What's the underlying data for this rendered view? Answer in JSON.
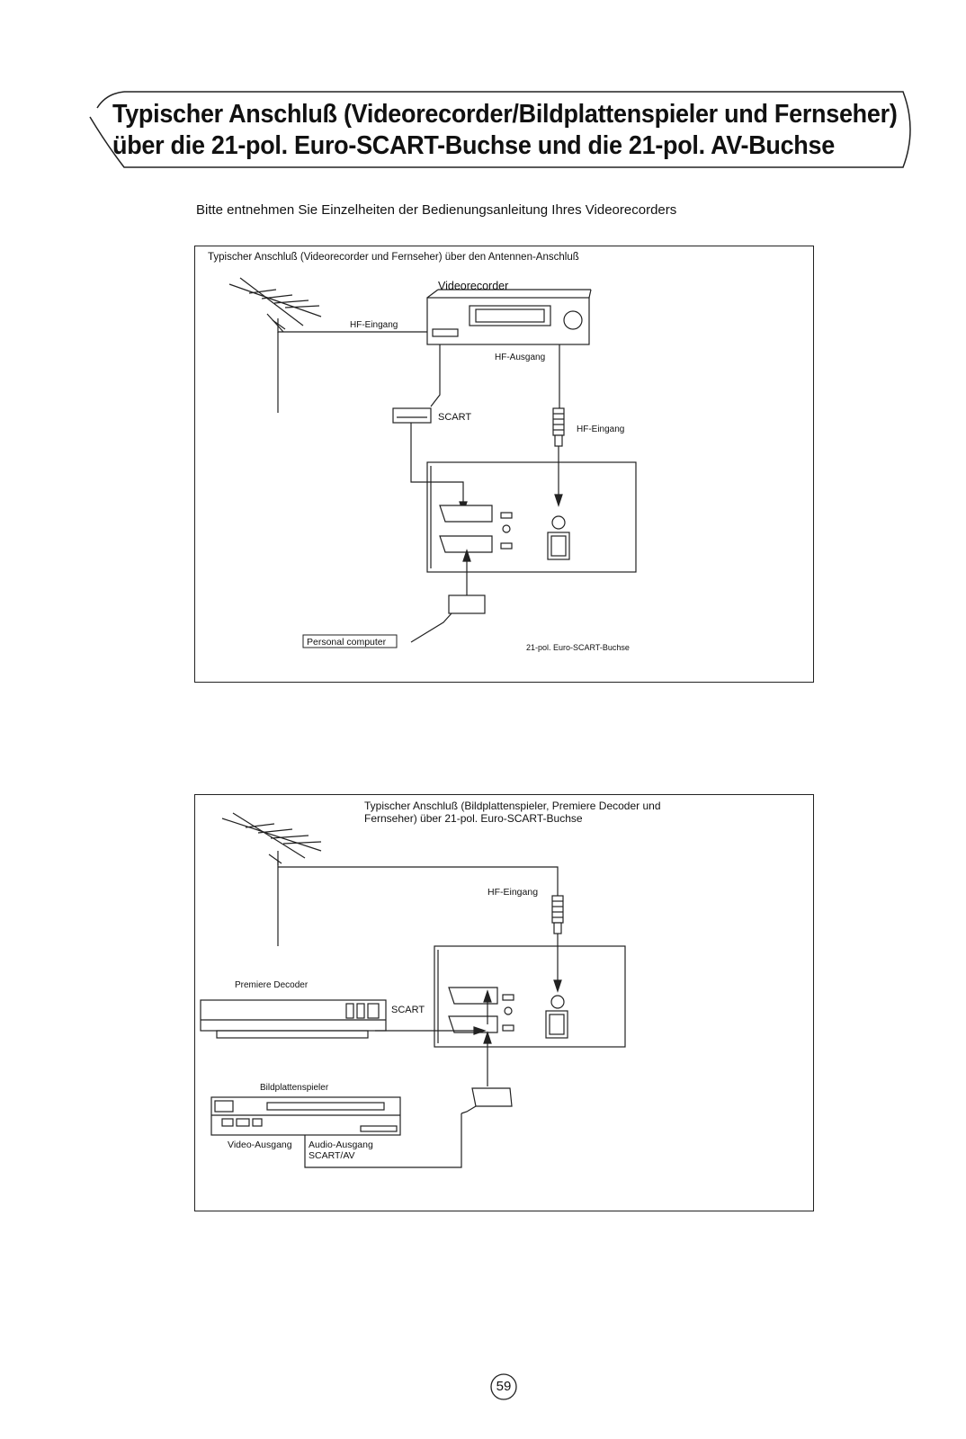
{
  "title": {
    "line1": "Typischer Anschluß (Videorecorder/Bildplattenspieler und Fernseher)",
    "line2": "über die 21-pol. Euro-SCART-Buchse und die 21-pol. AV-Buchse"
  },
  "intro": "Bitte entnehmen Sie Einzelheiten der Bedienungsanleitung Ihres Videorecorders",
  "diagram1": {
    "heading": "Typischer Anschluß (Videorecorder und Fernseher) über den Antennen-Anschluß",
    "videorecorder": "Videorecorder",
    "hf_eingang_vcr": "HF-Eingang",
    "hf_ausgang": "HF-Ausgang",
    "scart": "SCART",
    "hf_eingang_tv": "HF-Eingang",
    "personal_computer": "Personal computer",
    "euro_scart_buchse": "21-pol. Euro-SCART-Buchse"
  },
  "diagram2": {
    "heading_line1": "Typischer Anschluß (Bildplattenspieler, Premiere Decoder und",
    "heading_line2": "Fernseher) über 21-pol. Euro-SCART-Buchse",
    "hf_eingang": "HF-Eingang",
    "premiere_decoder": "Premiere Decoder",
    "scart": "SCART",
    "bildplattenspieler": "Bildplattenspieler",
    "video_ausgang": "Video-Ausgang",
    "audio_ausgang": "Audio-Ausgang",
    "scart_av": "SCART/AV"
  },
  "page_number": "59"
}
